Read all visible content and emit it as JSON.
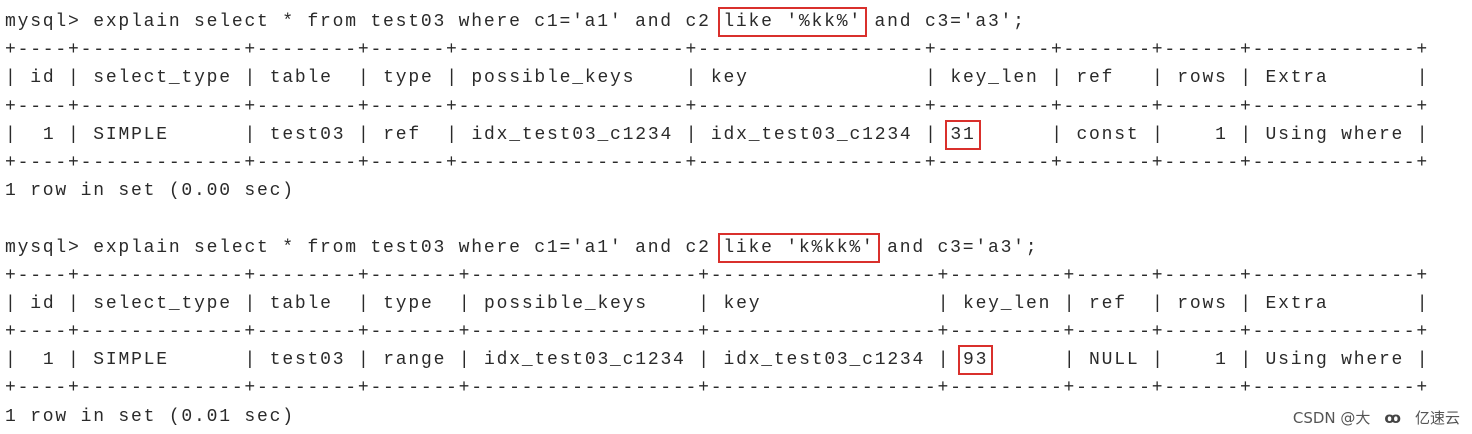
{
  "queries": [
    {
      "prompt": "mysql> ",
      "command_prefix": "explain select * from test03 where c1='a1' and c2 ",
      "command_highlight": "like '%kk%'",
      "command_suffix": " and c3='a3';",
      "columns": [
        "id",
        "select_type",
        "table",
        "type",
        "possible_keys",
        "key",
        "key_len",
        "ref",
        "rows",
        "Extra"
      ],
      "rows": [
        [
          "1",
          "SIMPLE",
          "test03",
          "ref",
          "idx_test03_c1234",
          "idx_test03_c1234",
          "31",
          "const",
          "1",
          "Using where"
        ]
      ],
      "highlight_column": "key_len",
      "footer": "1 row in set (0.00 sec)"
    },
    {
      "prompt": "mysql> ",
      "command_prefix": "explain select * from test03 where c1='a1' and c2 ",
      "command_highlight": "like 'k%kk%'",
      "command_suffix": " and c3='a3';",
      "columns": [
        "id",
        "select_type",
        "table",
        "type",
        "possible_keys",
        "key",
        "key_len",
        "ref",
        "rows",
        "Extra"
      ],
      "rows": [
        [
          "1",
          "SIMPLE",
          "test03",
          "range",
          "idx_test03_c1234",
          "idx_test03_c1234",
          "93",
          "NULL",
          "1",
          "Using where"
        ]
      ],
      "highlight_column": "key_len",
      "footer": "1 row in set (0.01 sec)"
    }
  ],
  "watermark": {
    "csdn": "CSDN @大",
    "brand_icon": "yisu-cloud-logo-icon",
    "brand": "亿速云"
  },
  "colors": {
    "highlight_box": "#d9302c",
    "text": "#2a2a2a"
  }
}
